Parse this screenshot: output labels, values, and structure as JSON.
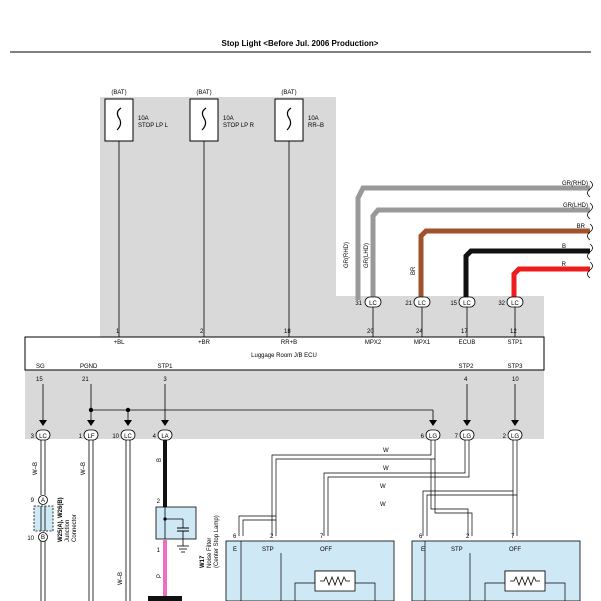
{
  "title": "Stop Light <Before Jul. 2006 Production>",
  "colors": {
    "gray_panel": "#d9d9d9",
    "light_blue": "#cfe8f5",
    "wire_gray": "#999999",
    "wire_brown": "#a0522d",
    "wire_black": "#111111",
    "wire_red": "#ee1c1c",
    "wire_pink": "#ee6fc0",
    "wire_white": "#ffffff"
  },
  "fuses": [
    {
      "bat": "(BAT)",
      "amp": "10A",
      "name1": "STOP LP L",
      "name2": ""
    },
    {
      "bat": "(BAT)",
      "amp": "10A",
      "name1": "STOP LP R",
      "name2": ""
    },
    {
      "bat": "(BAT)",
      "amp": "10A",
      "name1": "RR–B",
      "name2": ""
    }
  ],
  "ecu": {
    "label": "Luggage Room J/B ECU",
    "top_pins": [
      {
        "num": "1",
        "name": "+BL"
      },
      {
        "num": "2",
        "name": "+BR"
      },
      {
        "num": "18",
        "name": "RR+B"
      },
      {
        "num": "20",
        "name": "MPX2"
      },
      {
        "num": "24",
        "name": "MPX1"
      },
      {
        "num": "17",
        "name": "ECUB"
      },
      {
        "num": "12",
        "name": "STP1"
      }
    ],
    "bottom_pins": [
      {
        "name": "SG",
        "num": "15"
      },
      {
        "name": "PGND",
        "num": "21"
      },
      {
        "name": "STP1",
        "num": "3"
      },
      {
        "name": "STP2",
        "num": "4"
      },
      {
        "name": "STP3",
        "num": "10"
      }
    ]
  },
  "top_connectors": [
    {
      "num": "31",
      "code": "LC"
    },
    {
      "num": "21",
      "code": "LC"
    },
    {
      "num": "15",
      "code": "LC"
    },
    {
      "num": "32",
      "code": "LC"
    }
  ],
  "bottom_connectors": [
    {
      "num": "3",
      "code": "LC"
    },
    {
      "num": "1",
      "code": "LF"
    },
    {
      "num": "10",
      "code": "LC"
    },
    {
      "num": "4",
      "code": "LA"
    },
    {
      "num": "6",
      "code": "LG"
    },
    {
      "num": "7",
      "code": "LG"
    },
    {
      "num": "2",
      "code": "LG"
    }
  ],
  "right_wires": [
    {
      "label": "GR(RHD)"
    },
    {
      "label": "GR(LHD)"
    },
    {
      "label": "BR"
    },
    {
      "label": "B"
    },
    {
      "label": "R"
    }
  ],
  "vertical_wire_labels": {
    "gr_rhd": "GR(RHD)",
    "gr_lhd": "GR(LHD)",
    "br": "BR",
    "wb1": "W–B",
    "wb2": "W–B",
    "wb3": "W–B",
    "b": "B",
    "p": "P"
  },
  "w_wires": [
    "W",
    "W",
    "W",
    "W"
  ],
  "junction": {
    "pin_a": "9",
    "code_a": "A",
    "pin_b": "10",
    "code_b": "B",
    "ref": "W25(A), W26(B)",
    "name1": "Junction",
    "name2": "Connector"
  },
  "noise_filter": {
    "pin_top": "2",
    "pin_bottom": "1",
    "ref": "W17",
    "name1": "Noise Filter",
    "name2": "(Center Stop Lamp)"
  },
  "relays": [
    {
      "pins": [
        "6",
        "2",
        "7"
      ],
      "names": [
        "E",
        "STP",
        "OFF"
      ]
    },
    {
      "pins": [
        "6",
        "2",
        "7"
      ],
      "names": [
        "E",
        "STP",
        "OFF"
      ]
    }
  ]
}
